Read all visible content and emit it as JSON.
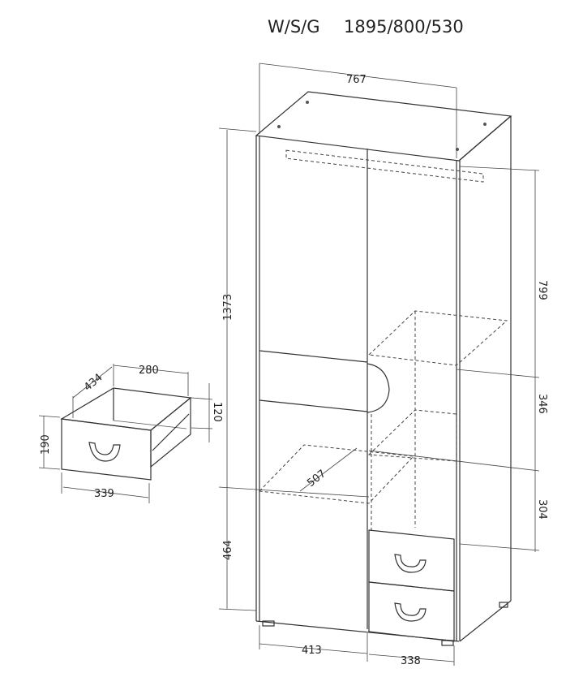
{
  "title": {
    "model": "W/S/G",
    "dimensions": "1895/800/530"
  },
  "dimensions": {
    "width_top": "767",
    "height_left_upper": "1373",
    "height_left_lower": "464",
    "right_upper": "799",
    "right_middle": "346",
    "right_lower": "304",
    "bottom_left": "413",
    "bottom_right": "338",
    "shelf_depth": "507"
  },
  "drawer": {
    "width": "280",
    "depth": "434",
    "side_height": "120",
    "front_height": "190",
    "front_width": "339"
  }
}
